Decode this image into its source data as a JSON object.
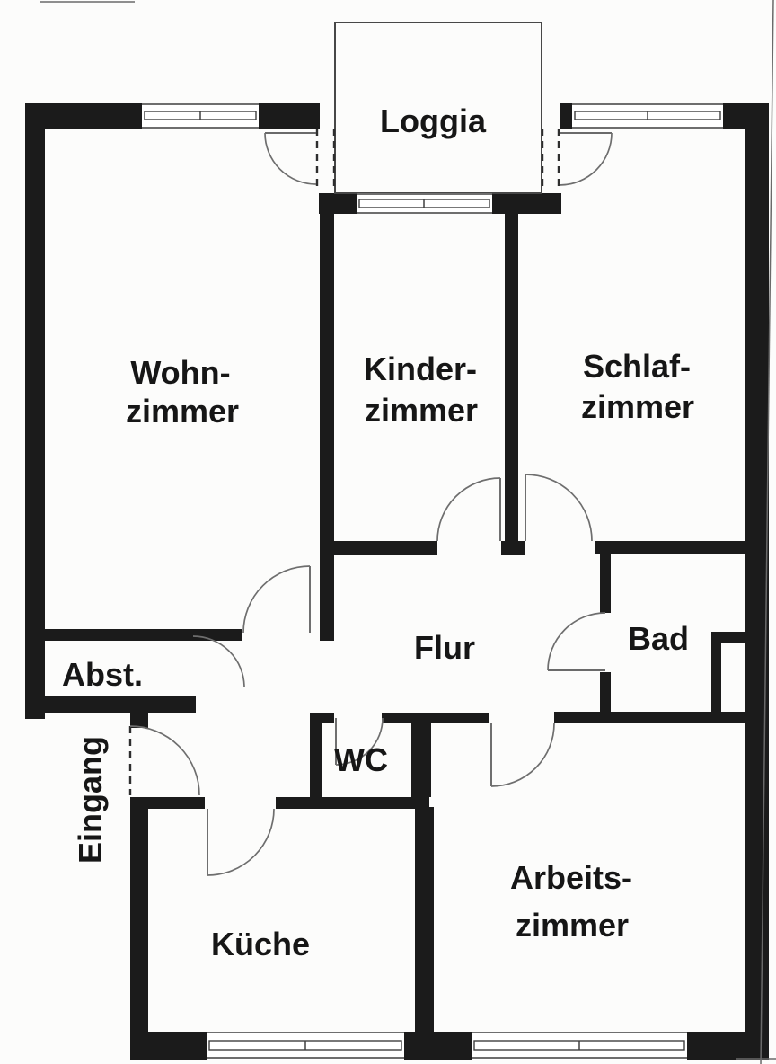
{
  "rooms": {
    "loggia": {
      "label": "Loggia"
    },
    "wohnzimmer": {
      "line1": "Wohn-",
      "line2": "zimmer"
    },
    "kinderzimmer": {
      "line1": "Kinder-",
      "line2": "zimmer"
    },
    "schlafzimmer": {
      "line1": "Schlaf-",
      "line2": "zimmer"
    },
    "flur": {
      "label": "Flur"
    },
    "bad": {
      "label": "Bad"
    },
    "abstellraum": {
      "label": "Abst."
    },
    "wc": {
      "label": "WC"
    },
    "eingang": {
      "label": "Eingang"
    },
    "kueche": {
      "label": "Küche"
    },
    "arbeitszimmer": {
      "line1": "Arbeits-",
      "line2": "zimmer"
    }
  },
  "colors": {
    "wall": "#1b1b1b",
    "background": "#fcfcfb",
    "thin_line": "#3f3f3f",
    "door_arc": "#6e6e6e",
    "text": "#161616"
  }
}
